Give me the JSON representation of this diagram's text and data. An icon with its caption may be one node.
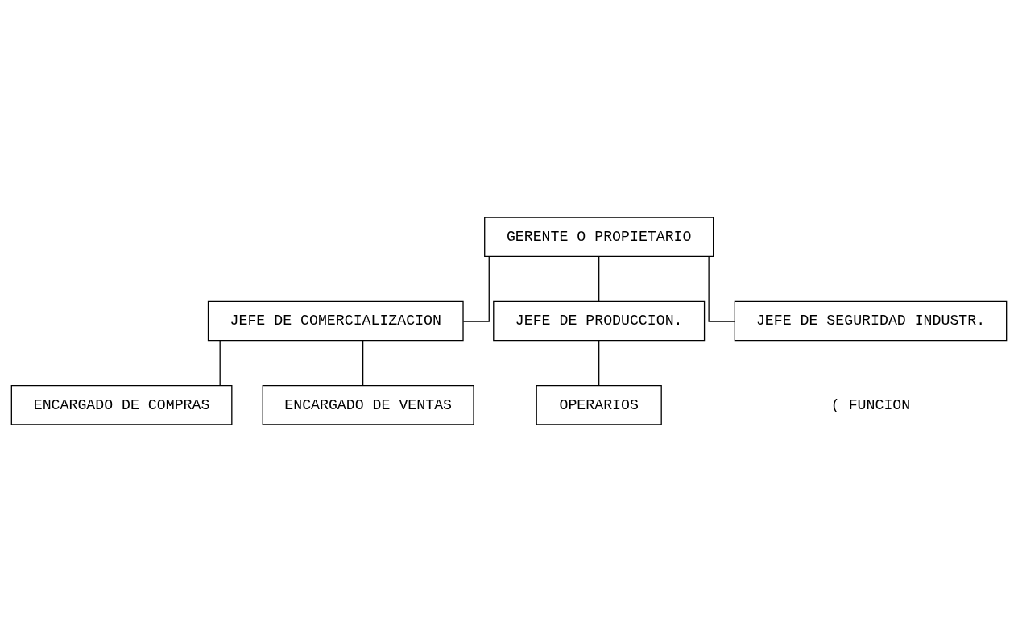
{
  "diagram": {
    "nodes": [
      {
        "text": [
          "GERENTE O PROPIETARIO"
        ]
      },
      {
        "text": [
          "JEFE DE COMERCIALIZACION"
        ]
      },
      {
        "text": [
          "JEFE DE PRODUCCION."
        ]
      },
      {
        "text": [
          "JEFE DE SEGURIDAD INDUSTR."
        ]
      },
      {
        "text": [
          "ENCARGADO DE COMPRAS"
        ]
      },
      {
        "text": [
          "ENCARGADO DE VENTAS"
        ]
      },
      {
        "text": [
          "OPERARIOS"
        ]
      }
    ],
    "edges": [
      {
        "from": 0,
        "to": 1,
        "arrow": "none"
      },
      {
        "from": 0,
        "to": 2,
        "arrow": "none"
      },
      {
        "from": 0,
        "to": 3,
        "arrow": "none"
      },
      {
        "from": 1,
        "to": 4,
        "arrow": "none"
      },
      {
        "from": 1,
        "to": 5,
        "arrow": "none"
      },
      {
        "from": 2,
        "to": 6,
        "arrow": "none"
      }
    ],
    "labels": [
      "( FUNCION"
    ]
  }
}
